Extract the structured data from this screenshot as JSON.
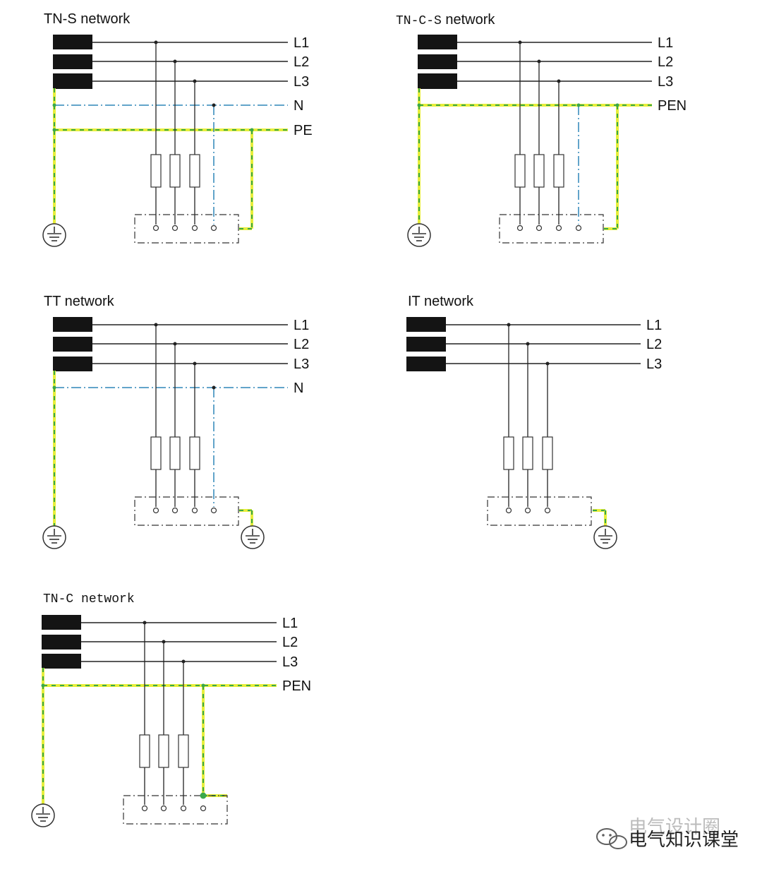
{
  "diagrams": [
    {
      "id": "tn-s",
      "title": "TN-S network",
      "labels": [
        "L1",
        "L2",
        "L3",
        "N",
        "PE"
      ]
    },
    {
      "id": "tn-c-s",
      "title_prefix": "TN-C-S",
      "title_suffix": " network",
      "labels": [
        "L1",
        "L2",
        "L3",
        "PEN"
      ]
    },
    {
      "id": "tt",
      "title": "TT network",
      "labels": [
        "L1",
        "L2",
        "L3",
        "N"
      ]
    },
    {
      "id": "it",
      "title": "IT network",
      "labels": [
        "L1",
        "L2",
        "L3"
      ]
    },
    {
      "id": "tn-c",
      "title_prefix": "TN-C",
      "title_suffix": " network",
      "labels": [
        "L1",
        "L2",
        "L3",
        "PEN"
      ]
    }
  ],
  "watermark": {
    "text": "电气知识课堂",
    "text_ghost": "电气设计圈"
  },
  "colors": {
    "neutral": "#2f86b8",
    "pe_yellow": "#e7ee3a",
    "pe_green": "#3aa84a",
    "line": "#222222"
  }
}
